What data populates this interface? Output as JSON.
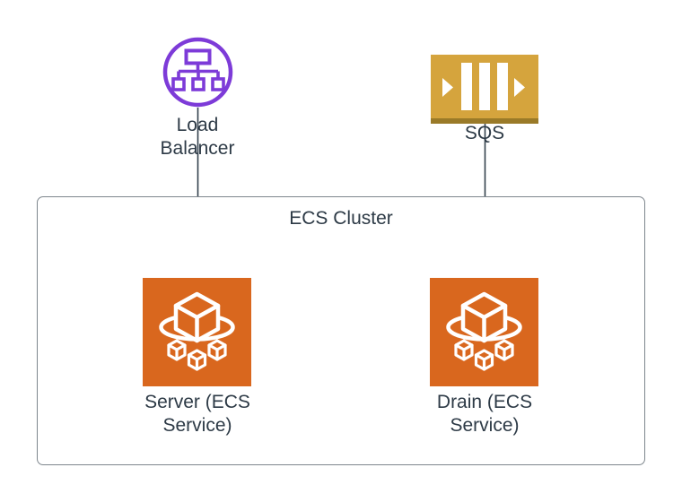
{
  "diagram": {
    "type": "aws-architecture",
    "nodes": {
      "load_balancer": {
        "label": "Load\nBalancer",
        "icon": "load-balancer-network-tree-icon"
      },
      "sqs": {
        "label": "SQS",
        "icon": "sqs-queue-icon"
      },
      "cluster": {
        "label": "ECS Cluster"
      },
      "server_service": {
        "label": "Server (ECS\nService)",
        "icon": "ecs-service-icon"
      },
      "drain_service": {
        "label": "Drain (ECS\nService)",
        "icon": "ecs-service-icon"
      }
    },
    "edges": [
      {
        "from": "load_balancer",
        "to": "server_service"
      },
      {
        "from": "sqs",
        "to": "drain_service"
      }
    ]
  },
  "colors": {
    "purple": "#7D3BD8",
    "orange": "#D9671E",
    "gold": "#D5A43D",
    "gold_dark": "#9A7A28",
    "line": "#32404C",
    "text": "#2D3A46",
    "border": "#7E868D"
  }
}
